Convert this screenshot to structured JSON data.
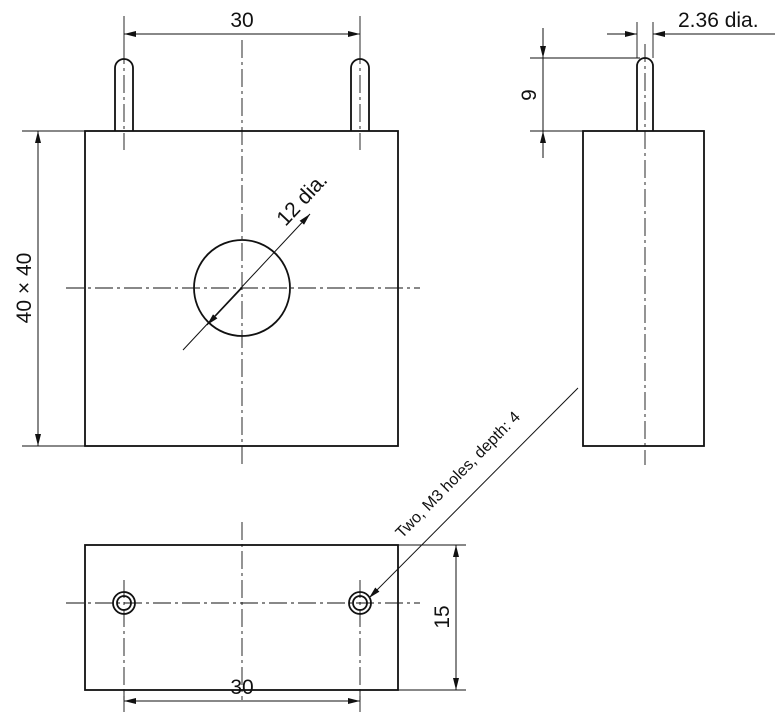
{
  "dimensions": {
    "top_spacing": "30",
    "pin_diameter": "2.36 dia.",
    "pin_height": "9",
    "square_size": "40 × 40",
    "hole_diameter": "12 dia.",
    "bottom_spacing": "30",
    "depth": "15"
  },
  "notes": {
    "m3_holes": "Two, M3 holes, depth: 4"
  },
  "colors": {
    "line": "#111111",
    "background": "#ffffff"
  }
}
